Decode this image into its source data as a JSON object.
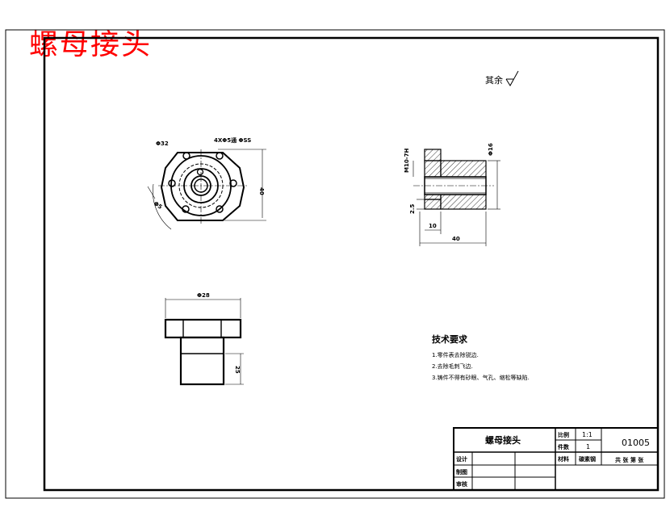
{
  "header": {
    "red_title": "螺母接头"
  },
  "roughness": {
    "label": "其余"
  },
  "front_view": {
    "dim_diameter_left": "Φ32",
    "dim_holes": "4XΦ5通 ΦSS",
    "dim_height": "40",
    "dim_radius": "Φ5"
  },
  "section_view": {
    "dim_left_top": "M10-7H",
    "dim_right": "Φ16",
    "dim_left_small": "2.5",
    "dim_bottom_small": "10",
    "dim_bottom_total": "40"
  },
  "third_view": {
    "dim_top": "Φ28",
    "dim_height": "25"
  },
  "tech_requirements": {
    "heading": "技术要求",
    "items": [
      "1.零件表去除锐边.",
      "2.去除毛刺飞边.",
      "3.铸件不得有砂眼、气孔、缩松等缺陷."
    ]
  },
  "title_block": {
    "part_name": "螺母接头",
    "scale_label": "比例",
    "scale_value": "1:1",
    "qty_label": "件数",
    "qty_value": "1",
    "drawing_no": "01005",
    "material_label": "材料",
    "material_value": "碳素钢",
    "sheet_info": "共 张 第 张",
    "design_label": "设计",
    "drafting_label": "制图",
    "review_label": "审核"
  }
}
